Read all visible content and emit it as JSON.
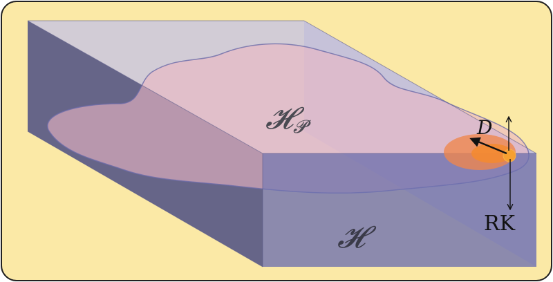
{
  "labels": {
    "manifold_main": "𝓗",
    "manifold_sub_main": "",
    "hp_main": "𝓗",
    "hp_sub": "𝓟",
    "direction": "D",
    "rk": "RK"
  },
  "colors": {
    "background": "#fbe9a6",
    "border": "#222222",
    "box_top": "#b8b6df",
    "box_front": "#6e6ea8",
    "box_left": "#4a4c82",
    "region": "#e9b6c0",
    "highlight": "#f08b4c",
    "highlight_core": "#f4a340"
  }
}
